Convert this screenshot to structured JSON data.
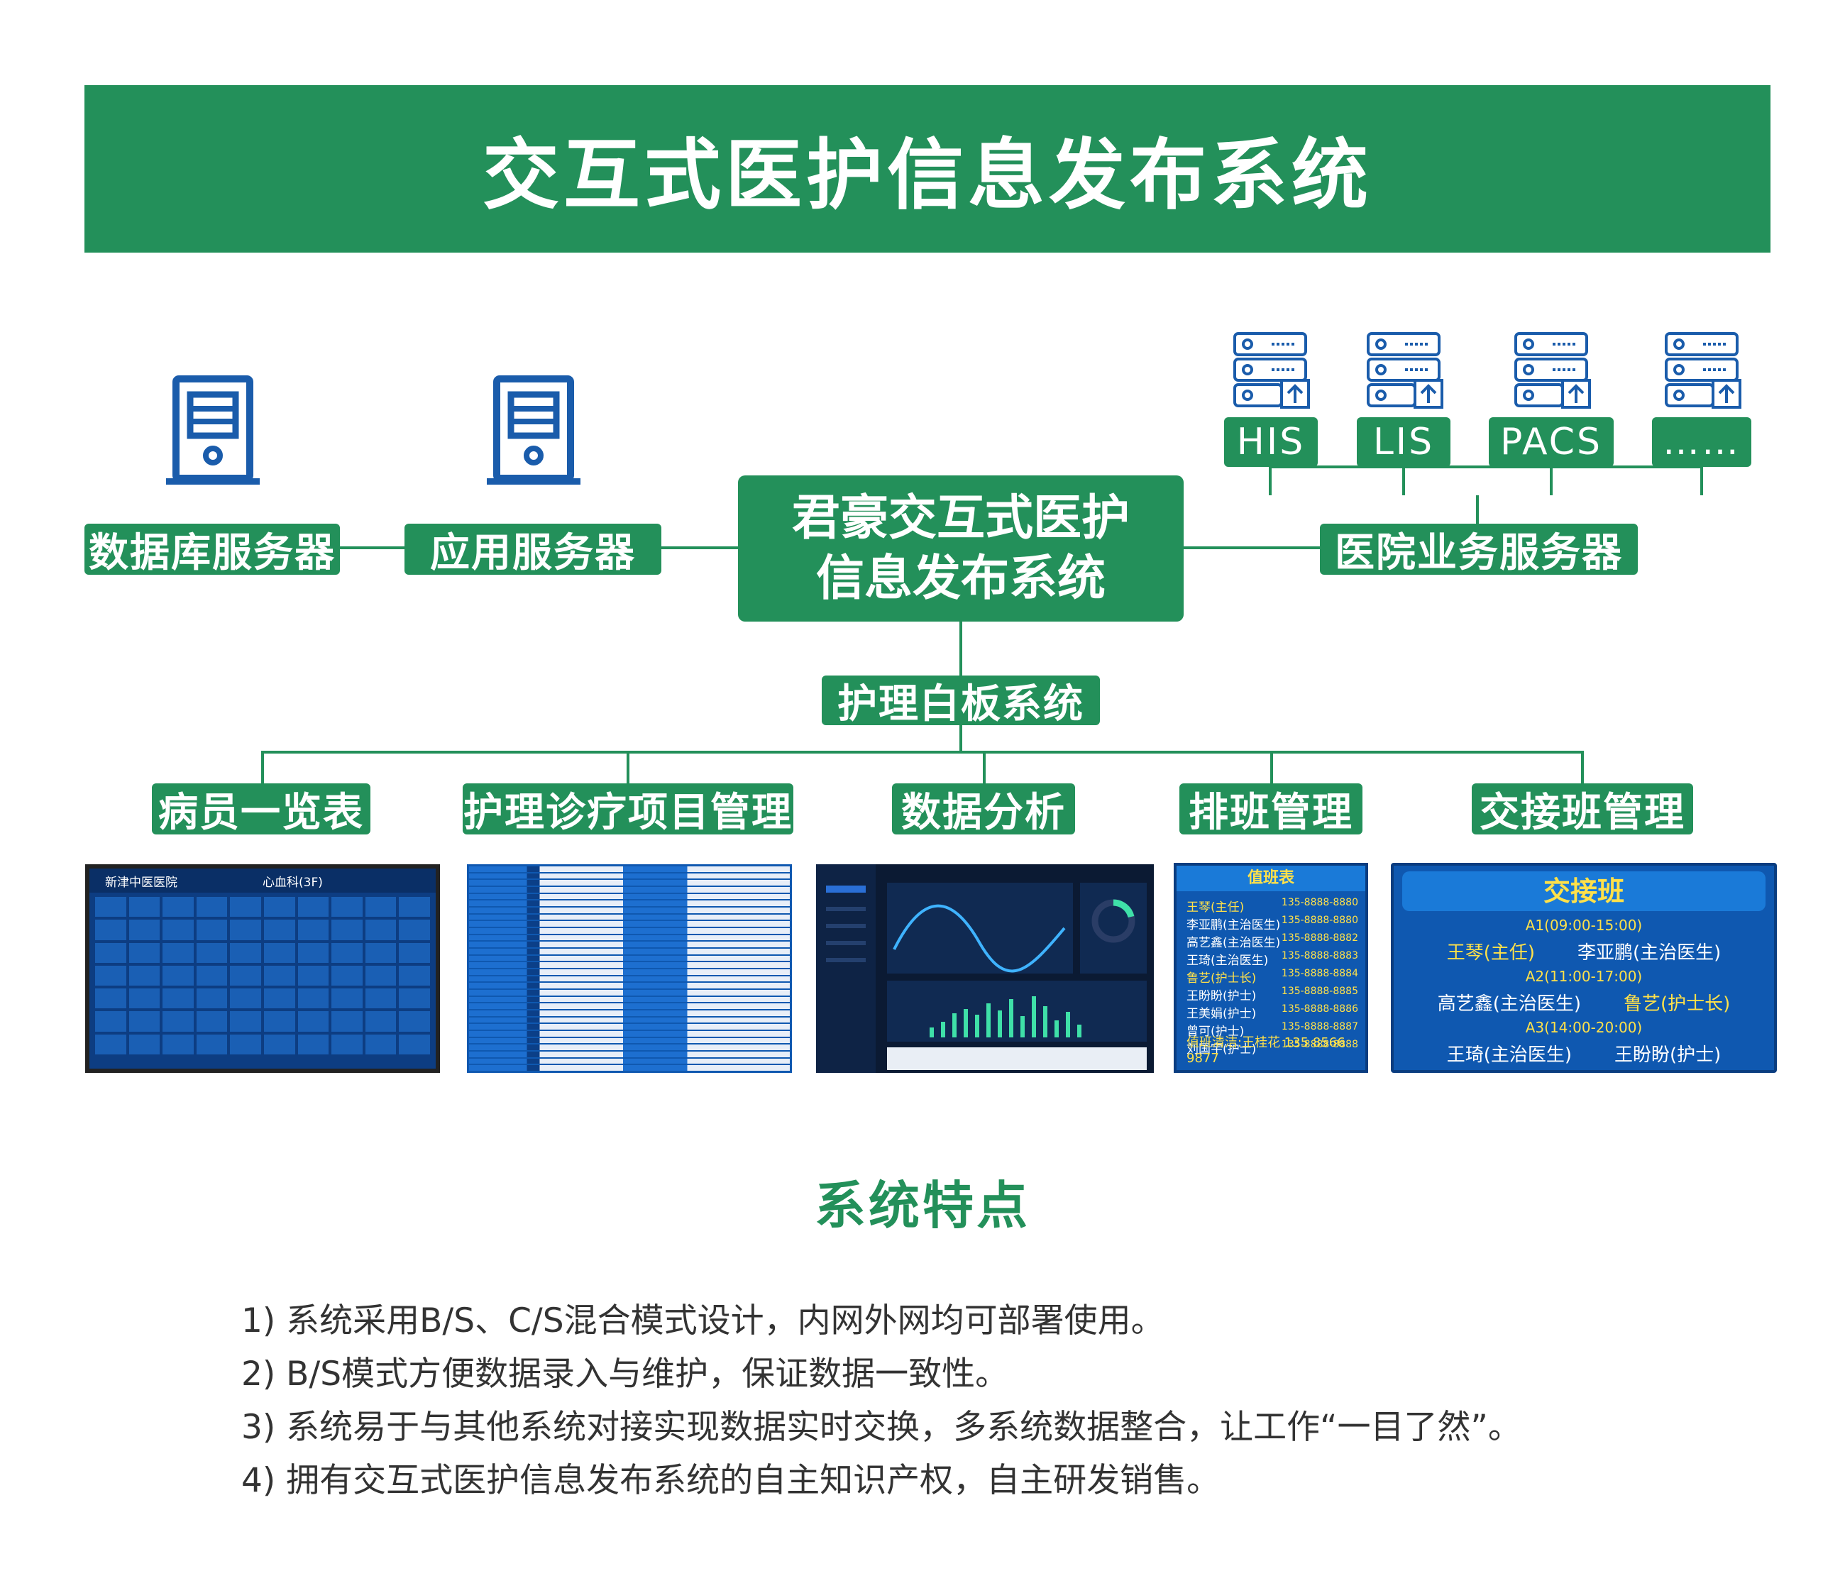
{
  "banner": {
    "title": "交互式医护信息发布系统"
  },
  "servers": {
    "database": "数据库服务器",
    "application": "应用服务器",
    "hospital_business": "医院业务服务器"
  },
  "core_system": {
    "line1": "君豪交互式医护",
    "line2": "信息发布系统"
  },
  "hospital_systems": [
    "HIS",
    "LIS",
    "PACS",
    "……"
  ],
  "nursing_board": "护理白板系统",
  "modules": [
    "病员一览表",
    "护理诊疗项目管理",
    "数据分析",
    "排班管理",
    "交接班管理"
  ],
  "thumb_ward": {
    "hospital": "新津中医医院",
    "department": "心血科(3F)"
  },
  "thumb_duty": {
    "title": "值班表",
    "rows": [
      {
        "name": "王琴(主任)",
        "phone": "135-8888-8880",
        "highlight": true
      },
      {
        "name": "李亚鹏(主治医生)",
        "phone": "135-8888-8880",
        "highlight": false
      },
      {
        "name": "高艺鑫(主治医生)",
        "phone": "135-8888-8882",
        "highlight": false
      },
      {
        "name": "王琦(主治医生)",
        "phone": "135-8888-8883",
        "highlight": false
      },
      {
        "name": "鲁艺(护士长)",
        "phone": "135-8888-8884",
        "highlight": true
      },
      {
        "name": "王盼盼(护士)",
        "phone": "135-8888-8885",
        "highlight": false
      },
      {
        "name": "王美娟(护士)",
        "phone": "135-8888-8886",
        "highlight": false
      },
      {
        "name": "曾可(护士)",
        "phone": "135-8888-8887",
        "highlight": false
      },
      {
        "name": "刘国宇(护士)",
        "phone": "135-8888-8888",
        "highlight": false
      }
    ],
    "footer": "值班清洁:王桂花 135 8566 9877"
  },
  "thumb_handover": {
    "title": "交接班",
    "shift1": "A1(09:00-15:00)",
    "shift1_left": "王琴(主任)",
    "shift1_right": "李亚鹏(主治医生)",
    "shift2": "A2(11:00-17:00)",
    "shift2_left": "高艺鑫(主治医生)",
    "shift2_right": "鲁艺(护士长)",
    "shift3": "A3(14:00-20:00)",
    "shift3_left": "王琦(主治医生)",
    "shift3_right": "王盼盼(护士)"
  },
  "features": {
    "title": "系统特点",
    "items": [
      "1) 系统采用B/S、C/S混合模式设计，内网外网均可部署使用。",
      "2) B/S模式方便数据录入与维护，保证数据一致性。",
      "3) 系统易于与其他系统对接实现数据实时交换，多系统数据整合，让工作“一目了然”。",
      "4) 拥有交互式医护信息发布系统的自主知识产权，自主研发销售。"
    ]
  },
  "colors": {
    "primary_green": "#23905a",
    "icon_blue": "#1a5cab",
    "thumb_blue": "#0f58b0",
    "highlight_yellow": "#ffe14a"
  },
  "icons": [
    "server-tower-icon",
    "server-rack-icon"
  ]
}
